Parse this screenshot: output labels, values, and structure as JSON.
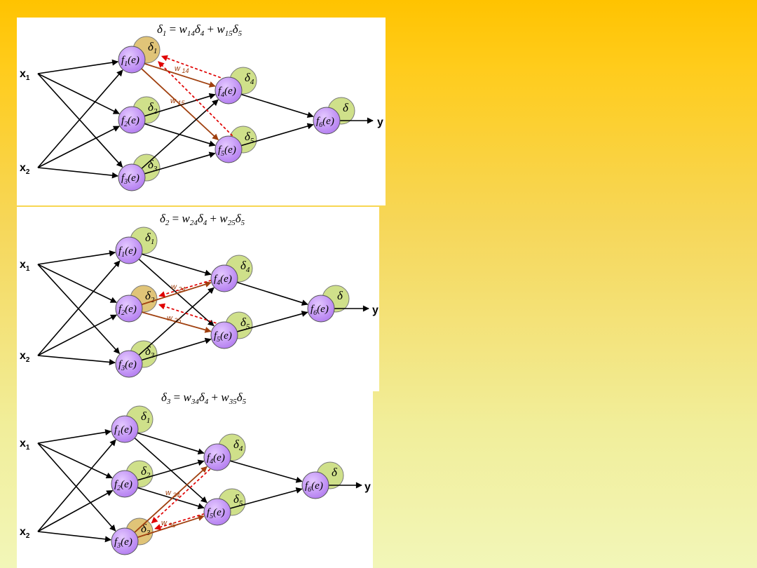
{
  "panels": [
    {
      "formula": {
        "lhs": "δ",
        "lhs_sub": "1",
        "t1": "w",
        "t1_sub": "14",
        "t1d": "δ",
        "t1d_sub": "4",
        "t2": "w",
        "t2_sub": "15",
        "t2d": "δ",
        "t2d_sub": "5"
      },
      "focus_node": 0,
      "w_labels": [
        {
          "main": "w",
          "sub": "14"
        },
        {
          "main": "w",
          "sub": "15"
        }
      ]
    },
    {
      "formula": {
        "lhs": "δ",
        "lhs_sub": "2",
        "t1": "w",
        "t1_sub": "24",
        "t1d": "δ",
        "t1d_sub": "4",
        "t2": "w",
        "t2_sub": "25",
        "t2d": "δ",
        "t2d_sub": "5"
      },
      "focus_node": 1,
      "w_labels": [
        {
          "main": "w",
          "sub": "24"
        },
        {
          "main": "w",
          "sub": "25"
        }
      ]
    },
    {
      "formula": {
        "lhs": "δ",
        "lhs_sub": "3",
        "t1": "w",
        "t1_sub": "34",
        "t1d": "δ",
        "t1d_sub": "4",
        "t2": "w",
        "t2_sub": "35",
        "t2d": "δ",
        "t2d_sub": "5"
      },
      "focus_node": 2,
      "w_labels": [
        {
          "main": "w",
          "sub": "34"
        },
        {
          "main": "w",
          "sub": "35"
        }
      ]
    }
  ],
  "inputs": [
    {
      "main": "x",
      "sub": "1"
    },
    {
      "main": "x",
      "sub": "2"
    }
  ],
  "output": "y",
  "neurons": [
    {
      "f": "f",
      "sub": "1",
      "arg": "(e)",
      "delta": "δ",
      "delta_sub": "1"
    },
    {
      "f": "f",
      "sub": "2",
      "arg": "(e)",
      "delta": "δ",
      "delta_sub": "2"
    },
    {
      "f": "f",
      "sub": "3",
      "arg": "(e)",
      "delta": "δ",
      "delta_sub": "3"
    },
    {
      "f": "f",
      "sub": "4",
      "arg": "(e)",
      "delta": "δ",
      "delta_sub": "4"
    },
    {
      "f": "f",
      "sub": "5",
      "arg": "(e)",
      "delta": "δ",
      "delta_sub": "5"
    },
    {
      "f": "f",
      "sub": "6",
      "arg": "(e)",
      "delta": "δ",
      "delta_sub": ""
    }
  ],
  "colors": {
    "neuron": "#b27cf0",
    "delta_bubble": "#cfe08a",
    "delta_bubble_active": "#e0c478",
    "weight_arrow": "#a0400f",
    "backprop_arrow": "#e00000"
  }
}
